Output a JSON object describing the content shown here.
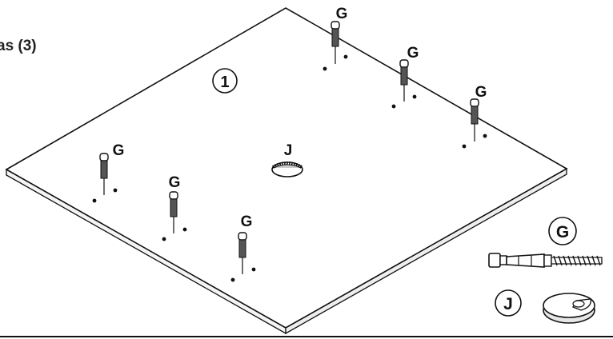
{
  "caption": "as (3)",
  "panel_label": "1",
  "hole_label": "J",
  "dowel_label": "G",
  "legend": {
    "dowel_label": "G",
    "grommet_label": "J"
  },
  "colors": {
    "ink": "#111111",
    "panel": "#ffffff",
    "grommet_fill": "#dddddd"
  },
  "icons": [
    "wood-dowel-icon",
    "cable-grommet-icon",
    "panel-board-icon"
  ]
}
